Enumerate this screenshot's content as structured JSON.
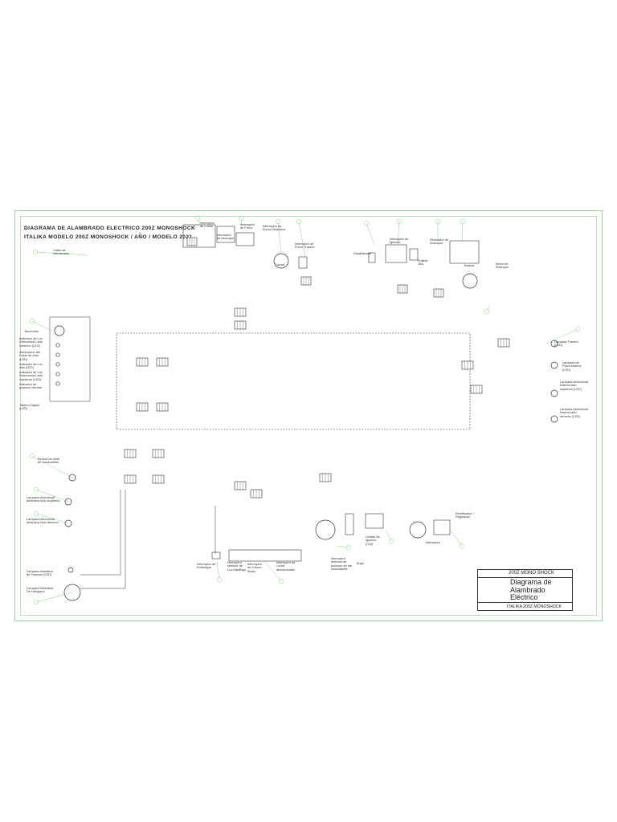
{
  "titles": {
    "line1": "DIAGRAMA DE ALAMBRADO ELECTRICO  200Z  MONOSHOCK",
    "line2": "ITALIKA MODELO  200Z  MONOSHOCK  /  AÑO / MODELO  2021"
  },
  "components": {
    "cable_velocimetro": "Cable de\nVelocimetro",
    "tacometro": "Tacometro",
    "ind_luz_der": "Indicador de Luz\nDireccional Lado\nDerecho (LED)",
    "iluminacion_panel": "Iluminacion del\nPanel de Instr.\n(LED)",
    "ind_luz_alta": "Indicador de Luz\nAlta (LED)",
    "ind_luz_izq": "Indicador de Luz\nDireccional Lado\nIzquierdo (LED)",
    "ind_neutral": "Indicador de\nposicion Neutral",
    "tablero_digital": "Tablero Digital\n(LED)",
    "int_luces": "Interruptor\nde Luces",
    "int_arranque": "Interruptor\nde Arranque",
    "int_freno": "Interruptor\nde Freno",
    "int_freno_del": "Interruptor de\nFreno Delantero",
    "claxon": "Claxon",
    "int_freno_tras": "Interruptor de\nFreno Trasero",
    "rele_arranque": "Relevador de\nArranque",
    "estabilizador": "Estabilizador",
    "int_ignicion": "Interruptor de\nIgnicion",
    "fusible": "Fusible\n15A",
    "bateria": "Bateria",
    "motor_arranque": "Motor de\nArranque",
    "lamp_trasera": "Lampara Trasera\n(LED)",
    "lamp_placa": "Lampara de\nPlaca trasera\n(LED)",
    "lamp_dir_tras_izq": "Lampara direccional\ntrasera lado\nizquierdo (LED)",
    "lamp_dir_tras_der": "Lampara direccional\ntrasera lado\nderecho (LED)",
    "sensor_nivel": "Sensor de nivel\nde combustible",
    "lamp_dir_del_izq": "Lampara direccional\ndelantera lado izquierdo",
    "lamp_dir_del_der": "Lampara direccional\ndelantera lado derecho",
    "lamp_pos_del": "Lampara delantera\nde Posicion (LED)",
    "lamp_delantera": "Lampara Delantera\nDe Halogeno",
    "int_embrague": "Interruptor de\nEmbrague",
    "int_sel_luz": "Interruptor\nselector de\nLuz Alta/Baja",
    "int_claxon": "Interruptor\nde Claxon\nBotón",
    "int_dir": "Interruptor de\nLuces\ndireccionales",
    "int_neutral": "Interruptor\ndetector de\nposicion de las\nvelocidades",
    "bujia": "Bujia",
    "unidad_cdi": "Unidad de\nIgnicion\n(CDI)",
    "alternador": "Alternador",
    "rectificador": "Rectificador /\nRegulador"
  },
  "title_block": {
    "model": "200Z  MONO SHOCK",
    "title_l1": "Diagrama de",
    "title_l2": "Alambrado",
    "title_l3": "Eléctrico",
    "footer": "ITALIKA  200Z  MONOSHOCK"
  },
  "colors": {
    "frame": "#9bd49b",
    "wire": "#333333",
    "leader": "#6cc46c"
  }
}
